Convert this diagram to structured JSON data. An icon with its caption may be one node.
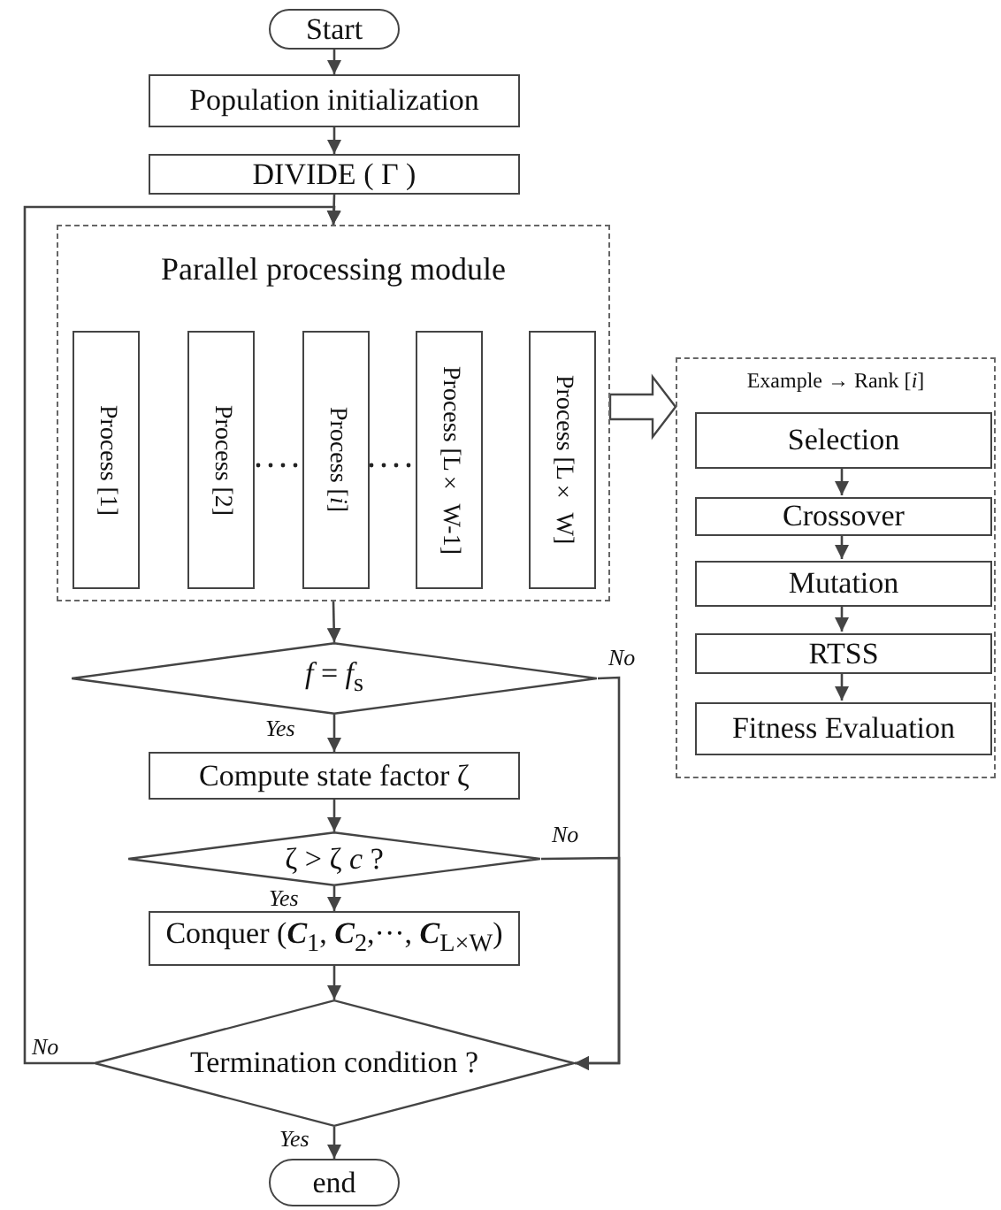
{
  "diagram": {
    "nodes": [
      {
        "text": [
          "Start"
        ]
      },
      {
        "text": [
          "Population initialization"
        ]
      },
      {
        "text": [
          "DIVIDE ( Γ )"
        ]
      },
      {
        "text": [
          "Parallel processing module"
        ]
      },
      {
        "text": [
          "Process [1]"
        ],
        "in": 3
      },
      {
        "text": [
          "Process [2]"
        ],
        "in": 3
      },
      {
        "text": [
          "Process [*i*]"
        ],
        "in": 3
      },
      {
        "text": [
          "Process [L× W-1]"
        ],
        "in": 3
      },
      {
        "text": [
          "Process [L× W]"
        ],
        "in": 3
      },
      {
        "text": [
          "Example → Rank [*i*]"
        ]
      },
      {
        "text": [
          "Selection"
        ],
        "in": 9
      },
      {
        "text": [
          "Crossover"
        ],
        "in": 9
      },
      {
        "text": [
          "Mutation"
        ],
        "in": 9
      },
      {
        "text": [
          "RTSS"
        ],
        "in": 9
      },
      {
        "text": [
          "Fitness Evaluation"
        ],
        "in": 9
      },
      {
        "text": [
          "*f* = *f*$_{s}$"
        ]
      },
      {
        "text": [
          "Compute state factor ζ"
        ]
      },
      {
        "text": [
          "ζ > ζ *c* ?"
        ]
      },
      {
        "text": [
          "Conquer (**C**$_{1}$, **C**$_{2}$,···, **C**$_{L×W}$)"
        ]
      },
      {
        "text": [
          "Termination condition ?"
        ]
      },
      {
        "text": [
          "end"
        ]
      }
    ],
    "edges": [
      {
        "from": 0,
        "to": 1,
        "arrow": "to"
      },
      {
        "from": 1,
        "to": 2,
        "arrow": "to"
      },
      {
        "from": 2,
        "to": 3,
        "arrow": "to"
      },
      {
        "from": 3,
        "to": 9,
        "arrow": "to",
        "style": "thick"
      },
      {
        "from": 3,
        "to": 15,
        "arrow": "to"
      },
      {
        "from": 15,
        "to": 16,
        "label": "Yes",
        "arrow": "to"
      },
      {
        "from": 15,
        "to": 19,
        "label": "No",
        "arrow": "to"
      },
      {
        "from": 16,
        "to": 17,
        "arrow": "to"
      },
      {
        "from": 17,
        "to": 18,
        "label": "Yes",
        "arrow": "to"
      },
      {
        "from": 17,
        "to": 19,
        "label": "No",
        "arrow": "to"
      },
      {
        "from": 18,
        "to": 19,
        "arrow": "to"
      },
      {
        "from": 19,
        "to": 20,
        "label": "Yes",
        "arrow": "to"
      },
      {
        "from": 19,
        "to": 3,
        "label": "No",
        "arrow": "to"
      },
      {
        "from": 10,
        "to": 11,
        "arrow": "to"
      },
      {
        "from": 11,
        "to": 12,
        "arrow": "to"
      },
      {
        "from": 12,
        "to": 13,
        "arrow": "to"
      },
      {
        "from": 13,
        "to": 14,
        "arrow": "to"
      }
    ]
  }
}
